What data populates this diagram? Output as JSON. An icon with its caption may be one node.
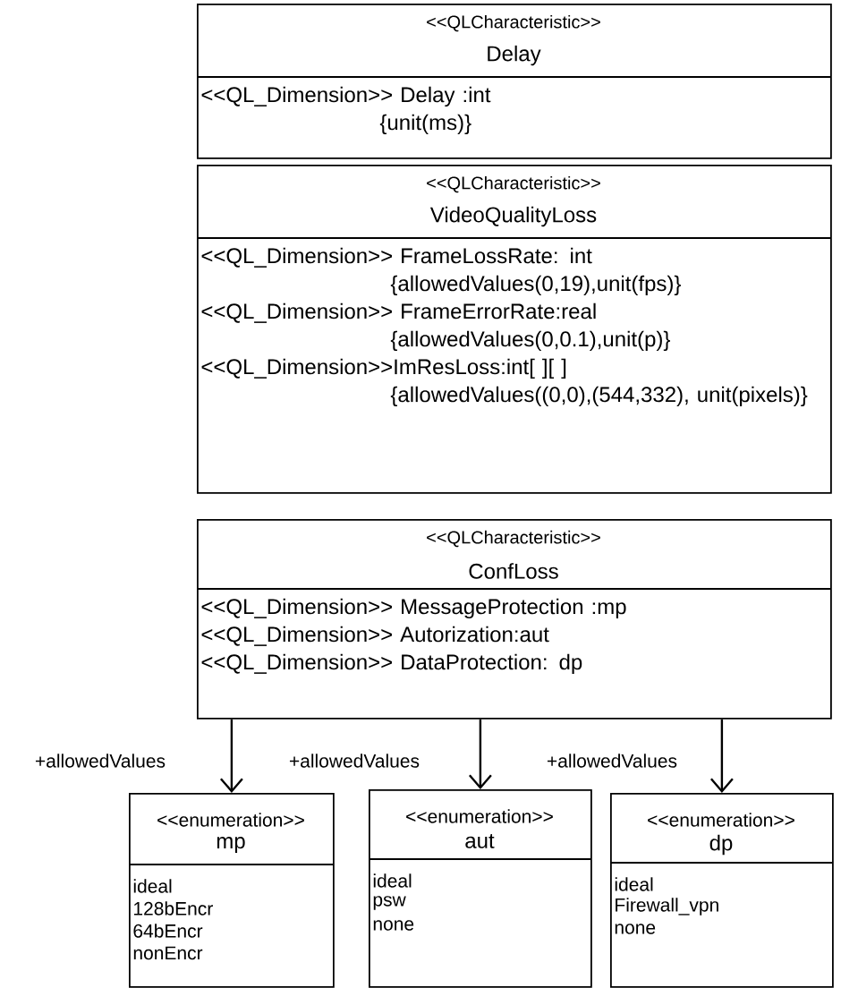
{
  "diagram": {
    "nodes": [
      {
        "text": [
          "<<QLCharacteristic>>",
          "Delay",
          "<<QL_Dimension>> Delay :int",
          "{unit(ms)}"
        ]
      },
      {
        "text": [
          "<<QLCharacteristic>>",
          "VideoQualityLoss",
          "<<QL_Dimension>> FrameLossRate: int",
          "{allowedValues(0,19),unit(fps)}",
          "<<QL_Dimension>> FrameErrorRate:real",
          "{allowedValues(0,0.1),unit(p)}",
          "<<QL_Dimension>>ImResLoss:int[ ][ ]",
          "{allowedValues((0,0),(544,332), unit(pixels)}"
        ]
      },
      {
        "text": [
          "<<QLCharacteristic>>",
          "ConfLoss",
          "<<QL_Dimension>> MessageProtection :mp",
          "<<QL_Dimension>> Autorization:aut",
          "<<QL_Dimension>> DataProtection: dp"
        ]
      },
      {
        "text": [
          "<<enumeration>>",
          "mp",
          "ideal",
          "128bEncr",
          "64bEncr",
          "nonEncr"
        ]
      },
      {
        "text": [
          "<<enumeration>>",
          "aut",
          "ideal",
          "psw",
          "none"
        ]
      },
      {
        "text": [
          "<<enumeration>>",
          "dp",
          "ideal",
          "Firewall_vpn",
          "none"
        ]
      }
    ],
    "edges": [
      {
        "from": 2,
        "to": 3,
        "arrow": "to",
        "label": "+allowedValues"
      },
      {
        "from": 2,
        "to": 4,
        "arrow": "to",
        "label": "+allowedValues"
      },
      {
        "from": 2,
        "to": 5,
        "arrow": "to",
        "label": "+allowedValues"
      }
    ]
  }
}
